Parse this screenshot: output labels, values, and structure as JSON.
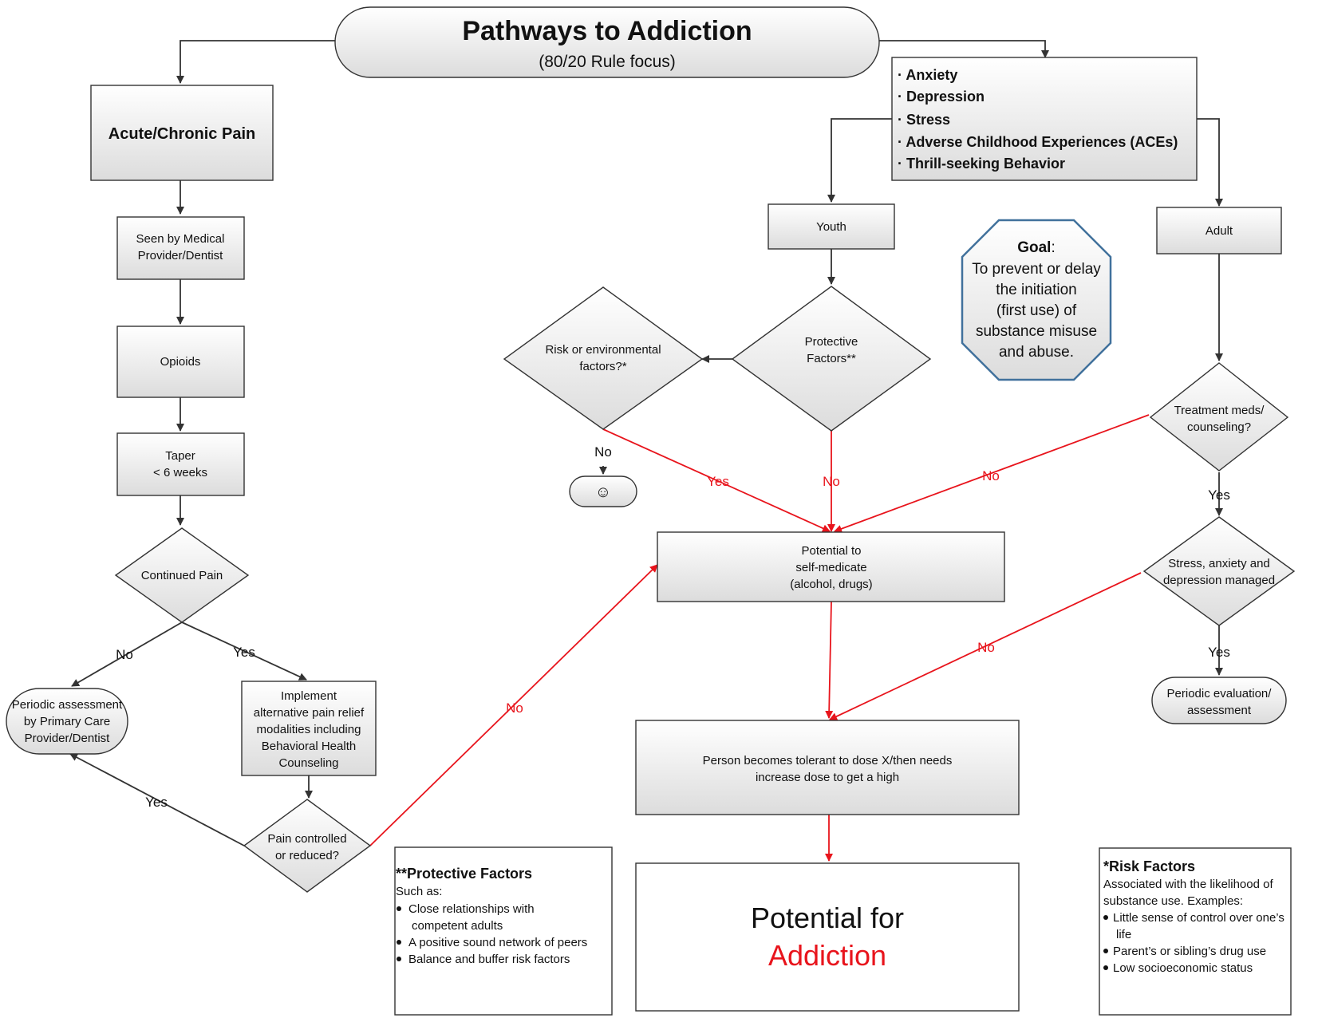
{
  "title": "Pathways to Addiction",
  "subtitle": "(80/20 Rule focus)",
  "pain_branch": {
    "acute": "Acute/Chronic Pain",
    "seen": [
      "Seen by Medical",
      "Provider/Dentist"
    ],
    "opioids": "Opioids",
    "taper": [
      "Taper",
      "< 6 weeks"
    ],
    "continued": "Continued Pain",
    "no": "No",
    "yes": "Yes",
    "periodic": [
      "Periodic assessment",
      "by Primary Care",
      "Provider/Dentist"
    ],
    "implement": [
      "Implement",
      "alternative pain relief",
      "modalities including",
      "Behavioral Health",
      "Counseling"
    ],
    "controlled": [
      "Pain controlled",
      "or reduced?"
    ],
    "yes2": "Yes",
    "no2": "No"
  },
  "factors": {
    "items": [
      "· Anxiety",
      "· Depression",
      "· Stress",
      "· Adverse Childhood Experiences (ACEs)",
      "· Thrill-seeking Behavior"
    ]
  },
  "youth_branch": {
    "youth": "Youth",
    "protective": [
      "Protective",
      "Factors**"
    ],
    "risk": [
      "Risk or environmental",
      "factors?*"
    ],
    "no_risk": "No",
    "smiley": "☺",
    "yes": "Yes",
    "no": "No"
  },
  "adult_branch": {
    "adult": "Adult",
    "treatment": [
      "Treatment meds/",
      "counseling?"
    ],
    "no": "No",
    "yes": "Yes",
    "managed": [
      "Stress, anxiety and",
      "depression managed"
    ],
    "no2": "No",
    "yes2": "Yes",
    "evaluation": [
      "Periodic evaluation/",
      "assessment"
    ]
  },
  "goal": {
    "label": "Goal",
    "colon": ":",
    "lines": [
      "To prevent or delay",
      "the initiation",
      "(first use) of",
      "substance misuse",
      "and abuse."
    ]
  },
  "center": {
    "selfmed": [
      "Potential to",
      "self-medicate",
      "(alcohol, drugs)"
    ],
    "tolerant": [
      "Person becomes tolerant to dose X/then needs",
      "increase dose to get a high"
    ],
    "potential": "Potential for",
    "addiction": "Addiction"
  },
  "protective_note": {
    "heading": "**Protective Factors",
    "intro": "Such as:",
    "bullets": [
      [
        "Close relationships with",
        "competent adults"
      ],
      [
        "A positive sound network of peers"
      ],
      [
        "Balance and buffer risk factors"
      ]
    ]
  },
  "risk_note": {
    "heading": "*Risk Factors",
    "intro": [
      "Associated with the likelihood of",
      "substance use. Examples:"
    ],
    "bullets": [
      [
        "Little sense of control over one’s",
        "life"
      ],
      [
        "Parent’s or sibling’s drug use"
      ],
      [
        "Low socioeconomic status"
      ]
    ]
  },
  "colors": {
    "red": "#e8141c",
    "line": "#333333",
    "goal_border": "#41719c"
  }
}
